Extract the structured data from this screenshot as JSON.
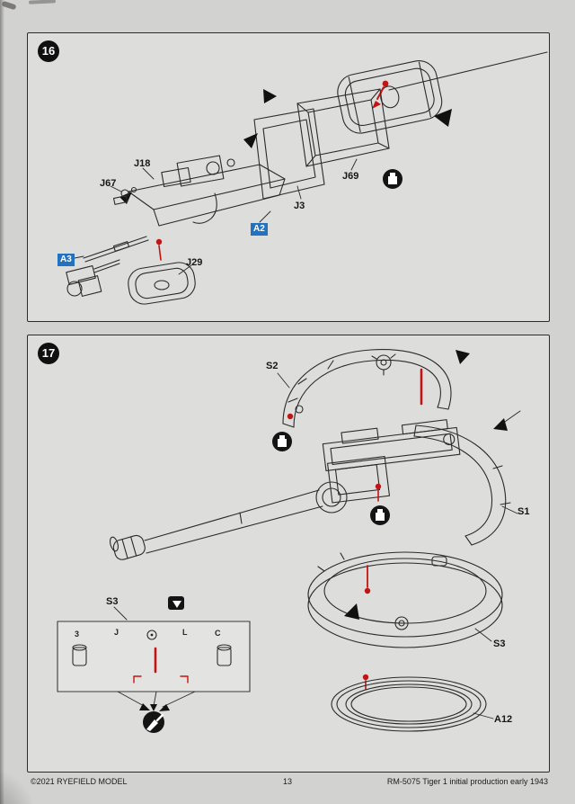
{
  "step16": {
    "number": "16",
    "labels": {
      "j18": "J18",
      "j67": "J67",
      "j3": "J3",
      "j69": "J69",
      "j29": "J29",
      "a2": "A2",
      "a3": "A3"
    }
  },
  "step17": {
    "number": "17",
    "labels": {
      "s2": "S2",
      "s1": "S1",
      "s3_ring": "S3",
      "s3_inset": "S3",
      "a12": "A12"
    },
    "inset_marks": {
      "m1": "3",
      "m2": "J",
      "m3": "L",
      "m4": "C"
    }
  },
  "footer": {
    "copyright": "©2021 RYEFIELD MODEL",
    "page_number": "13",
    "product": "RM-5075  Tiger 1 initial production early 1943"
  },
  "colors": {
    "highlight_label_blue": "#2372bf",
    "marker_red": "#c31414",
    "line_dark": "#2b2b2b",
    "paper": "#d2d2d0",
    "panel": "#dddddc"
  },
  "icons": [
    "cement-bottle-icon",
    "paint-brush-icon",
    "detail-view-icon"
  ]
}
